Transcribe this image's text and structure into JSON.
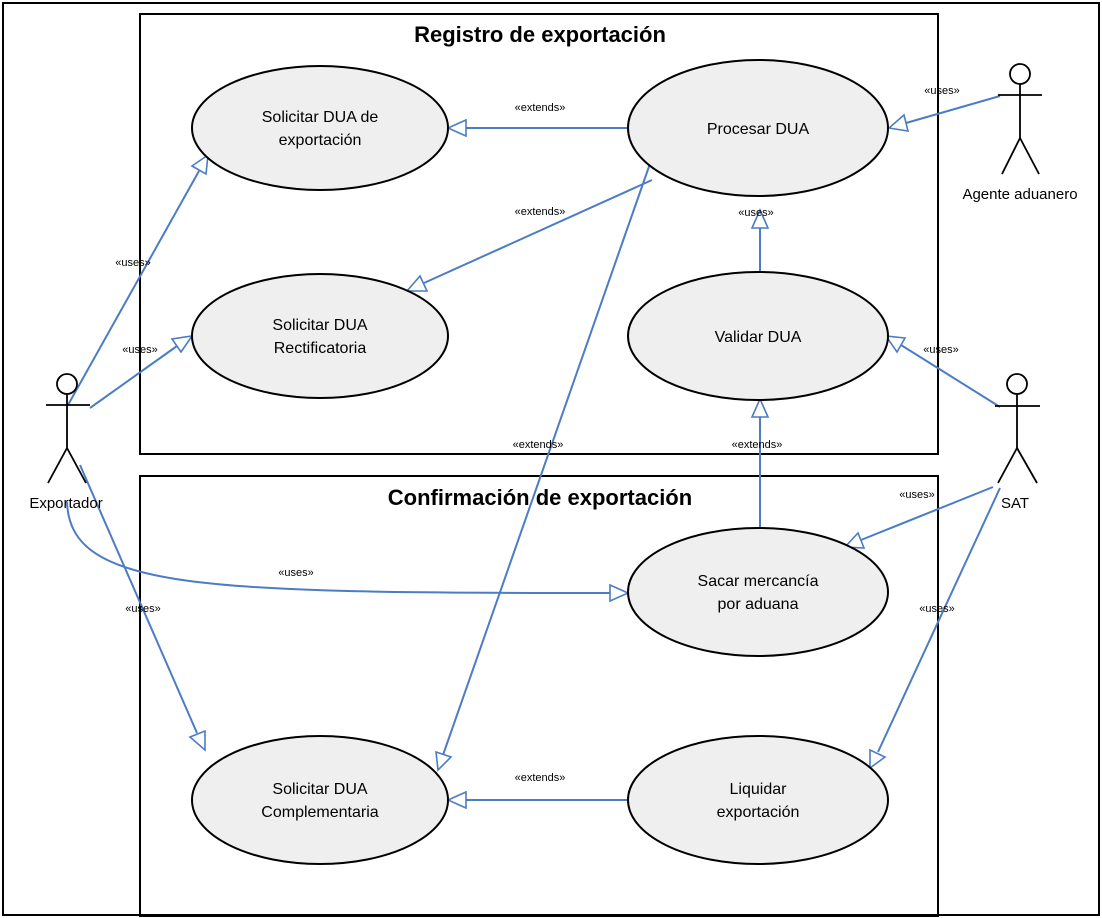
{
  "boundaries": {
    "registro": "Registro de exportación",
    "confirmacion": "Confirmación de exportación"
  },
  "use_cases": {
    "solicitar_dua_export": [
      "Solicitar DUA de",
      "exportación"
    ],
    "procesar_dua": [
      "Procesar DUA"
    ],
    "solicitar_dua_rect": [
      "Solicitar DUA",
      "Rectificatoria"
    ],
    "validar_dua": [
      "Validar DUA"
    ],
    "sacar_mercancia": [
      "Sacar mercancía",
      "por aduana"
    ],
    "solicitar_dua_compl": [
      "Solicitar DUA",
      "Complementaria"
    ],
    "liquidar_export": [
      "Liquidar",
      "exportación"
    ]
  },
  "actors": {
    "exportador": "Exportador",
    "agente": "Agente aduanero",
    "sat": "SAT"
  },
  "stereotypes": {
    "uses": "«uses»",
    "extends": "«extends»"
  },
  "colors": {
    "relationship": "#4b7cc4",
    "use_case_fill": "#efefef"
  }
}
